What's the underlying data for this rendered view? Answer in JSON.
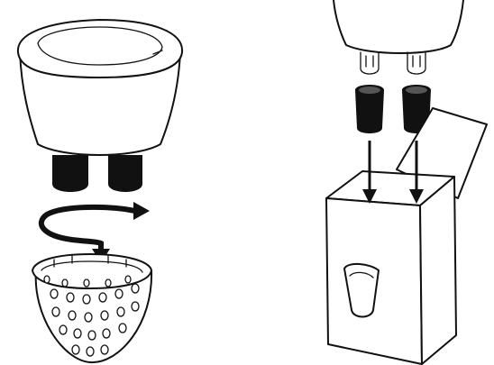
{
  "diagram": {
    "panels": [
      {
        "id": "left",
        "steps": [
          "twist-and-remove-basket"
        ]
      },
      {
        "id": "right",
        "steps": [
          "insert-caps-into-box"
        ]
      }
    ],
    "colors": {
      "line": "#111111",
      "fill": "#ffffff",
      "dark": "#111111"
    }
  }
}
